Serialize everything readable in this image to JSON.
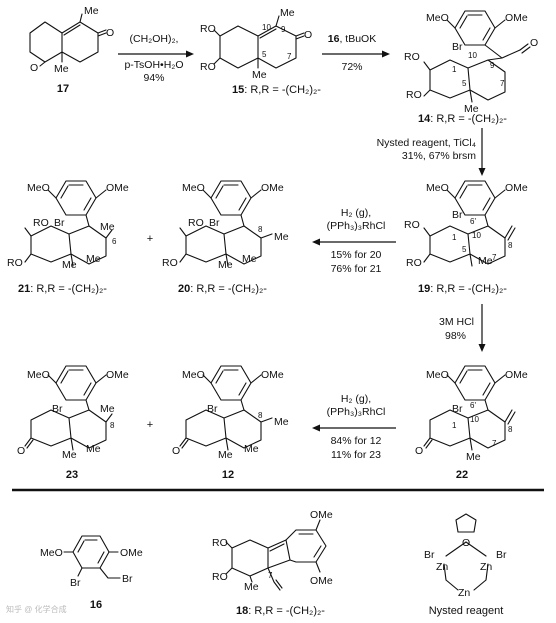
{
  "compounds": {
    "c17": {
      "number": "17",
      "labels": [
        "Me",
        "O",
        "O",
        "Me"
      ]
    },
    "c15": {
      "number": "15",
      "caption": ": R,R = -(CH₂)₂-",
      "labels": [
        "RO",
        "RO",
        "Me",
        "O",
        "Me",
        "10",
        "9",
        "5",
        "7"
      ]
    },
    "c14": {
      "number": "14",
      "caption": ": R,R = -(CH₂)₂-",
      "labels": [
        "MeO",
        "OMe",
        "RO",
        "Br",
        "10",
        "O",
        "1",
        "9",
        "5",
        "7",
        "RO",
        "Me"
      ]
    },
    "c19": {
      "number": "19",
      "caption": ": R,R = -(CH₂)₂-",
      "labels": [
        "MeO",
        "OMe",
        "6'",
        "RO",
        "Br",
        "10",
        "1",
        "5",
        "8",
        "RO",
        "Me",
        "7"
      ]
    },
    "c20": {
      "number": "20",
      "caption": ": R,R = -(CH₂)₂-",
      "labels": [
        "MeO",
        "OMe",
        "RO",
        "Br",
        "8",
        "Me",
        "RO",
        "Me",
        "Me"
      ]
    },
    "c21": {
      "number": "21",
      "caption": ": R,R = -(CH₂)₂-",
      "labels": [
        "MeO",
        "OMe",
        "RO",
        "Br",
        "Me",
        "6",
        "RO",
        "Me",
        "Me"
      ]
    },
    "c22": {
      "number": "22",
      "labels": [
        "MeO",
        "OMe",
        "6'",
        "Br",
        "10",
        "1",
        "8",
        "O",
        "Me",
        "7"
      ]
    },
    "c12": {
      "number": "12",
      "labels": [
        "MeO",
        "OMe",
        "Br",
        "8",
        "Me",
        "O",
        "Me",
        "Me"
      ]
    },
    "c23": {
      "number": "23",
      "labels": [
        "MeO",
        "OMe",
        "Br",
        "Me",
        "8",
        "O",
        "Me",
        "Me"
      ]
    },
    "c16": {
      "number": "16",
      "labels": [
        "MeO",
        "OMe",
        "Br",
        "Br"
      ]
    },
    "c18": {
      "number": "18",
      "caption": ": R,R = -(CH₂)₂-",
      "labels": [
        "RO",
        "RO",
        "Me",
        "7",
        "OMe",
        "OMe"
      ]
    },
    "nysted": {
      "caption": "Nysted reagent",
      "labels": [
        "O",
        "Br",
        "Br",
        "Zn",
        "Zn",
        "Zn"
      ]
    }
  },
  "reactions": {
    "r1": {
      "reagent_line1": "(CH₂OH)₂,",
      "reagent_line2": "p-TsOH•H₂O",
      "yield": "94%"
    },
    "r2": {
      "reagent_number": "16",
      "reagent_rest": ", tBuOK",
      "yield": "72%"
    },
    "r3": {
      "reagent_line1": "Nysted reagent, TiCl₄",
      "reagent_line2": "31%, 67% brsm"
    },
    "r4": {
      "reagent_line1": "H₂ (g),",
      "reagent_line2": "(PPh₃)₃RhCl",
      "yield_line1": "15% for 20",
      "yield_line2": "76% for 21"
    },
    "r5": {
      "reagent_line1": "3M HCl",
      "yield": "98%"
    },
    "r6": {
      "reagent_line1": "H₂ (g),",
      "reagent_line2": "(PPh₃)₃RhCl",
      "yield_line1": "84% for 12",
      "yield_line2": "11% for 23"
    }
  },
  "plus_signs": [
    "+",
    "+"
  ],
  "watermark": "知乎 @ 化学合成"
}
